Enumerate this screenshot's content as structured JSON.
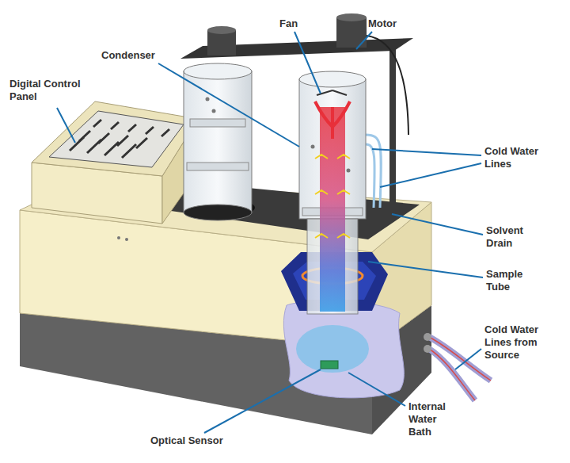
{
  "diagram": {
    "labels": [
      "Condenser",
      "Fan",
      "Motor",
      "Digital Control Panel",
      "Cold Water Lines",
      "Solvent Drain",
      "Sample Tube",
      "Cold Water Lines from Source",
      "Optical Sensor",
      "Internal Water Bath"
    ]
  }
}
